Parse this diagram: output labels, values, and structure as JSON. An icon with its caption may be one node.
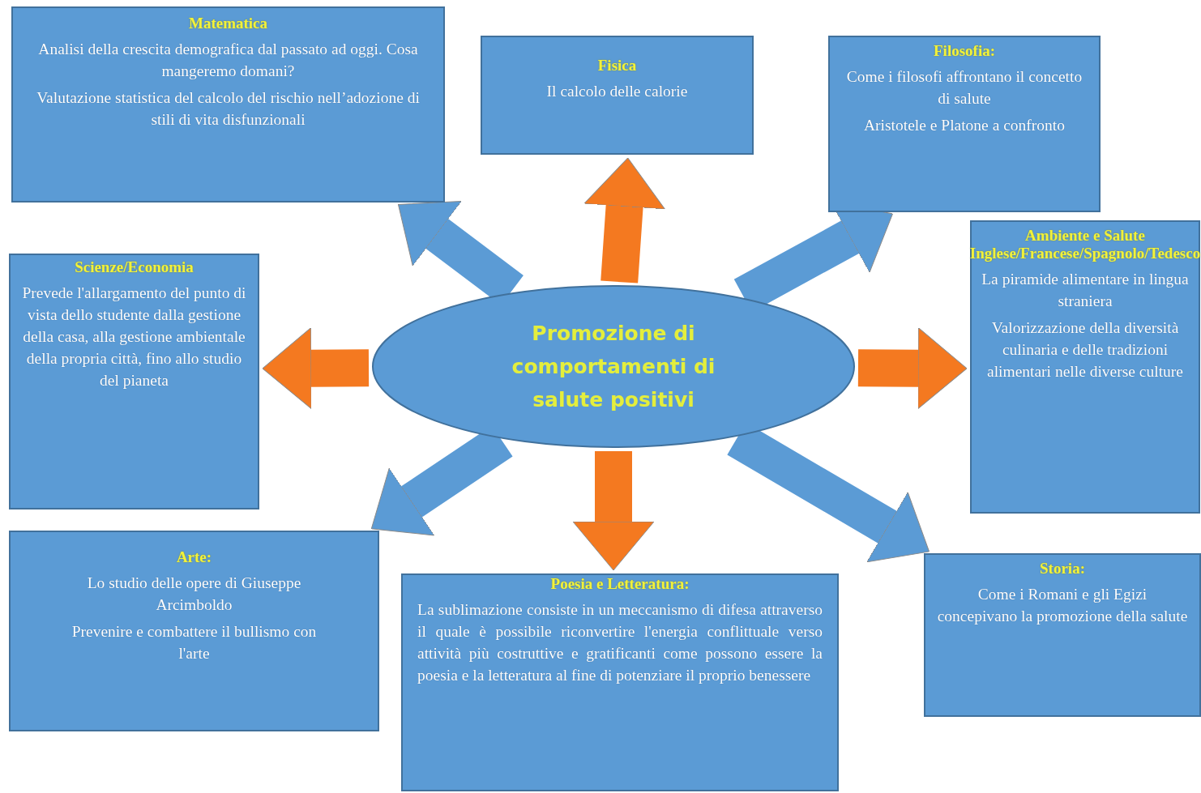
{
  "diagram": {
    "nodes": [
      {
        "text": [
          "Matematica",
          "Analisi della crescita demografica dal passato ad oggi. Cosa mangeremo domani?",
          "Valutazione statistica del calcolo del rischio nell’adozione di stili di vita disfunzionali"
        ]
      },
      {
        "text": [
          "Fisica",
          "Il calcolo delle calorie"
        ]
      },
      {
        "text": [
          "Filosofia:",
          "Come i filosofi affrontano il concetto di salute",
          "Aristotele e Platone a confronto"
        ]
      },
      {
        "text": [
          "Ambiente e Salute Inglese/Francese/Spagnolo/Tedesco",
          "La piramide alimentare in lingua straniera",
          "Valorizzazione della diversità culinaria e delle tradizioni alimentari nelle diverse culture"
        ]
      },
      {
        "text": [
          "Scienze/Economia",
          "Prevede l'allargamento del punto di vista dello studente dalla gestione della casa, alla gestione ambientale della propria città, fino allo studio del pianeta"
        ]
      },
      {
        "text": [
          "Promozione di comportamenti di salute positivi"
        ]
      },
      {
        "text": [
          "Arte:",
          "Lo studio delle opere di Giuseppe Arcimboldo",
          "Prevenire e combattere il bullismo con l'arte"
        ]
      },
      {
        "text": [
          "Poesia e Letteratura:",
          "La sublimazione consiste in un meccanismo di difesa attraverso il quale è possibile riconvertire l'energia conflittuale verso attività più costruttive e gratificanti come possono essere la poesia e la letteratura al fine di potenziare il proprio benessere"
        ]
      },
      {
        "text": [
          "Storia:",
          "Come i Romani e gli Egizi concepivano la promozione della salute"
        ]
      }
    ],
    "edges": [
      {
        "from": 5,
        "to": 0,
        "arrow": "to",
        "color": "#5b9bd5"
      },
      {
        "from": 5,
        "to": 1,
        "arrow": "to",
        "color": "#f47920"
      },
      {
        "from": 5,
        "to": 2,
        "arrow": "to",
        "color": "#5b9bd5"
      },
      {
        "from": 5,
        "to": 3,
        "arrow": "to",
        "color": "#f47920"
      },
      {
        "from": 5,
        "to": 4,
        "arrow": "to",
        "color": "#f47920"
      },
      {
        "from": 5,
        "to": 6,
        "arrow": "to",
        "color": "#5b9bd5"
      },
      {
        "from": 5,
        "to": 7,
        "arrow": "to",
        "color": "#f47920"
      },
      {
        "from": 5,
        "to": 8,
        "arrow": "to",
        "color": "#5b9bd5"
      }
    ]
  }
}
